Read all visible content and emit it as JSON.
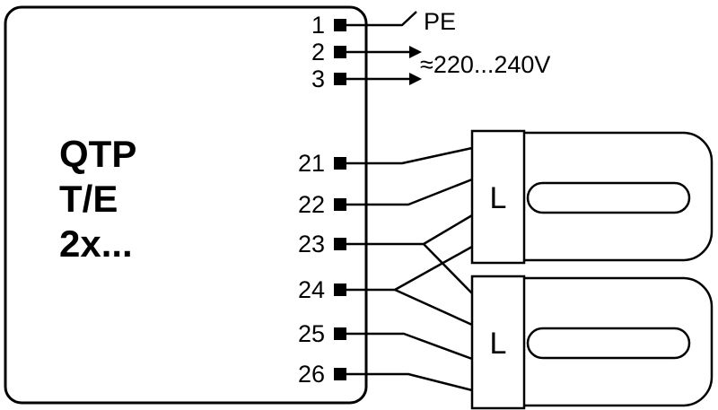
{
  "diagram": {
    "device": {
      "model_line_1": "QTP",
      "model_line_2": "T/E",
      "model_line_3": "2x..."
    },
    "mains": {
      "pe_label": "PE",
      "voltage_label": "≈220...240V"
    },
    "terminals": [
      {
        "label": "1"
      },
      {
        "label": "2"
      },
      {
        "label": "3"
      },
      {
        "label": "21"
      },
      {
        "label": "22"
      },
      {
        "label": "23"
      },
      {
        "label": "24"
      },
      {
        "label": "25"
      },
      {
        "label": "26"
      }
    ],
    "lamps": [
      {
        "label": "L"
      },
      {
        "label": "L"
      }
    ],
    "colors": {
      "line": "#000000",
      "background": "#ffffff"
    }
  }
}
